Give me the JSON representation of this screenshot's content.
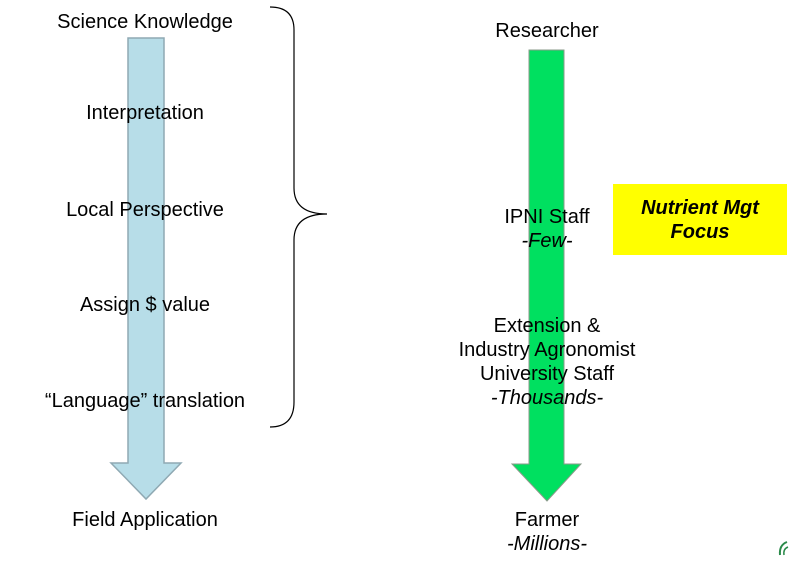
{
  "left_column": {
    "top": "Science Knowledge",
    "steps": [
      "Interpretation",
      "Local Perspective",
      "Assign $ value",
      "“Language” translation"
    ],
    "bottom": "Field Application",
    "arrow_color": "#b7dde8"
  },
  "right_column": {
    "top": "Researcher",
    "ipni": {
      "name": "IPNI Staff",
      "count": "-Few-"
    },
    "extension": {
      "line1": "Extension &",
      "line2": "Industry Agronomist",
      "line3": "University Staff",
      "count": "-Thousands-"
    },
    "farmer": {
      "name": "Farmer",
      "count": "-Millions-"
    },
    "arrow_color": "#00e060"
  },
  "focus_box": {
    "line1": "Nutrient Mgt",
    "line2": "Focus",
    "color": "#ffff00"
  },
  "icons": [
    "right-curly-brace-icon",
    "logo-fragment-icon"
  ]
}
